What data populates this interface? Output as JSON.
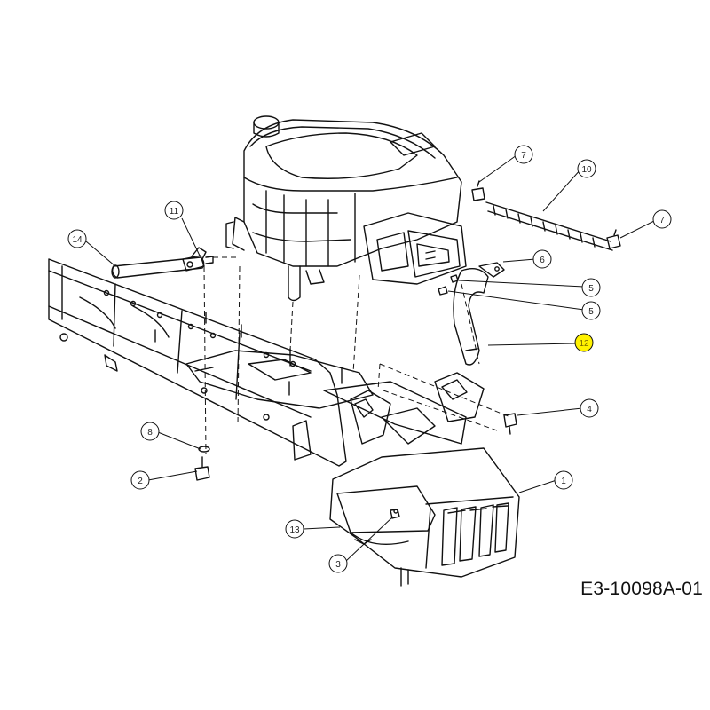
{
  "diagram": {
    "drawing_code": "E3-10098A-01",
    "highlight_color": "#fff200",
    "callouts": [
      {
        "id": "c1",
        "label": "1"
      },
      {
        "id": "c2",
        "label": "2"
      },
      {
        "id": "c3",
        "label": "3"
      },
      {
        "id": "c4",
        "label": "4"
      },
      {
        "id": "c5a",
        "label": "5"
      },
      {
        "id": "c5b",
        "label": "5"
      },
      {
        "id": "c6",
        "label": "6"
      },
      {
        "id": "c7a",
        "label": "7"
      },
      {
        "id": "c7b",
        "label": "7"
      },
      {
        "id": "c8",
        "label": "8"
      },
      {
        "id": "c10",
        "label": "10"
      },
      {
        "id": "c11",
        "label": "11"
      },
      {
        "id": "c12",
        "label": "12",
        "highlighted": true
      },
      {
        "id": "c13",
        "label": "13"
      },
      {
        "id": "c14",
        "label": "14"
      }
    ]
  }
}
